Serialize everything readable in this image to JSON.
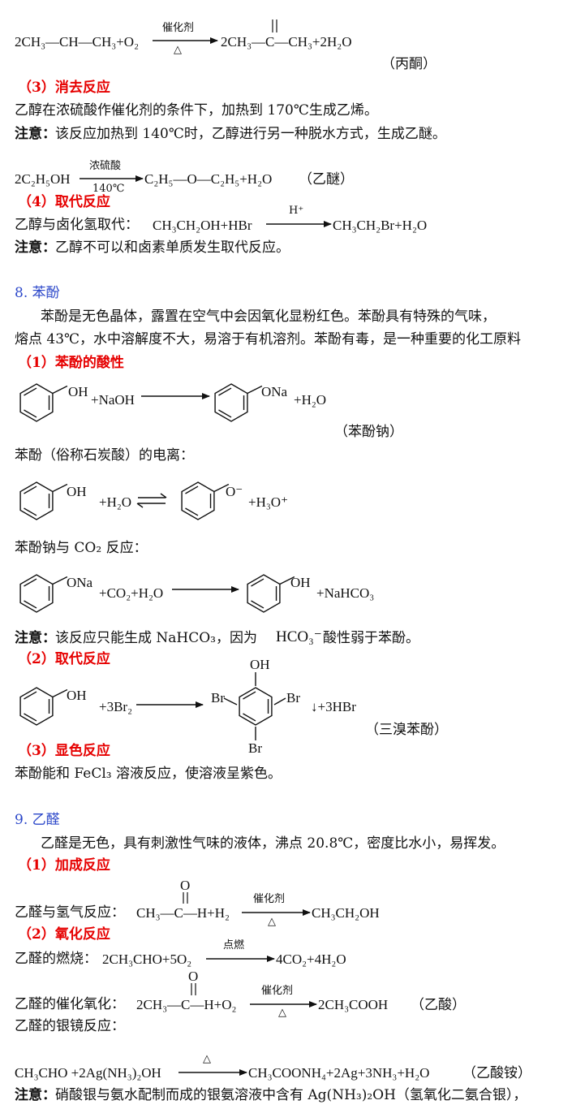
{
  "s1": {
    "eq_lhs": "2CH₃—CH—CH₃+O₂",
    "eq_top": "催化剂",
    "eq_bottom": "△",
    "eq_rhs": "2CH₃—C—CH₃+2H₂O",
    "product_name": "（丙酮）"
  },
  "s3": {
    "heading": "（3）消去反应",
    "text": "乙醇在浓硫酸作催化剂的条件下，加热到 170℃生成乙烯。",
    "note_label": "注意：",
    "note_text": "该反应加热到 140℃时，乙醇进行另一种脱水方式，生成乙醚。",
    "eq_lhs": "2C₂H₅OH",
    "eq_top": "浓硫酸",
    "eq_bottom": "140℃",
    "eq_rhs": "C₂H₅—O—C₂H₅+H₂O",
    "product_name": "（乙醚）"
  },
  "s4": {
    "heading": "（4）取代反应",
    "text_prefix": "乙醇与卤化氢取代：",
    "eq_lhs": "CH₃CH₂OH+HBr",
    "eq_top": "H⁺",
    "eq_rhs": "CH₃CH₂Br+H₂O",
    "note_label": "注意：",
    "note_text": "乙醇不可以和卤素单质发生取代反应。"
  },
  "phenol": {
    "title": "8. 苯酚",
    "intro1": "苯酚是无色晶体，露置在空气中会因氧化显粉红色。苯酚具有特殊的气味，",
    "intro2": "熔点 43℃，水中溶解度不大，易溶于有机溶剂。苯酚有毒，是一种重要的化工原料",
    "acid_heading": "（1）苯酚的酸性",
    "r1_oh": "OH",
    "r1_plus": "+NaOH",
    "r1_ona": "ONa",
    "r1_water": "+H₂O",
    "r1_name": "（苯酚钠）",
    "ionization_label": "苯酚（俗称石炭酸）的电离：",
    "ion_oh": "OH",
    "ion_water": "+H₂O",
    "ion_o": "O⁻",
    "ion_h3o": "+H₃O⁺",
    "co2_label": "苯酚钠与 CO₂ 反应：",
    "co2_ona": "ONa",
    "co2_plus": "+CO₂+H₂O",
    "co2_oh": "OH",
    "co2_product": "+NaHCO₃",
    "note_label": "注意：",
    "note_text_a": "该反应只能生成 NaHCO₃，因为",
    "note_hco3": "HCO₃⁻",
    "note_text_b": "酸性弱于苯酚。",
    "sub_heading": "（2）取代反应",
    "sub_oh": "OH",
    "sub_plus": "+3Br₂",
    "sub_top_oh": "OH",
    "sub_br_left": "Br",
    "sub_br_right": "Br",
    "sub_br_bottom": "Br",
    "sub_product": "↓+3HBr",
    "sub_name": "（三溴苯酚）",
    "color_heading": "（3）显色反应",
    "color_text": "苯酚能和 FeCl₃ 溶液反应，使溶液呈紫色。"
  },
  "acetaldehyde": {
    "title": "9. 乙醛",
    "intro": "乙醛是无色，具有刺激性气味的液体，沸点 20.8℃，密度比水小，易挥发。",
    "add_heading": "（1）加成反应",
    "h2_prefix": "乙醛与氢气反应：",
    "h2_lhs": "CH₃—C—H+H₂",
    "h2_top": "催化剂",
    "h2_bottom": "△",
    "h2_rhs": "CH₃CH₂OH",
    "carbonyl_o": "O",
    "ox_heading": "（2）氧化反应",
    "burn_prefix": "乙醛的燃烧：",
    "burn_lhs": "2CH₃CHO+5O₂",
    "burn_top": "点燃",
    "burn_rhs": "4CO₂+4H₂O",
    "cat_prefix": "乙醛的催化氧化：",
    "cat_lhs": "2CH₃—C—H+O₂",
    "cat_top": "催化剂",
    "cat_bottom": "△",
    "cat_rhs": "2CH₃COOH",
    "cat_name": "（乙酸）",
    "mirror_label": "乙醛的银镜反应：",
    "mirror_lhs": "CH₃CHO +2Ag(NH₃)₂OH",
    "mirror_top": "△",
    "mirror_rhs": "CH₃COONH₄+2Ag+3NH₃+H₂O",
    "mirror_name": "（乙酸铵）",
    "note_label": "注意：",
    "note_text": "硝酸银与氨水配制而成的银氨溶液中含有 Ag(NH₃)₂OH（氢氧化二氨合银），"
  },
  "colors": {
    "heading": "#e60000",
    "section_title": "#2b47c9"
  },
  "icons": [
    "benzene-ring-icon",
    "reaction-arrow-icon",
    "equilibrium-arrow-icon"
  ]
}
